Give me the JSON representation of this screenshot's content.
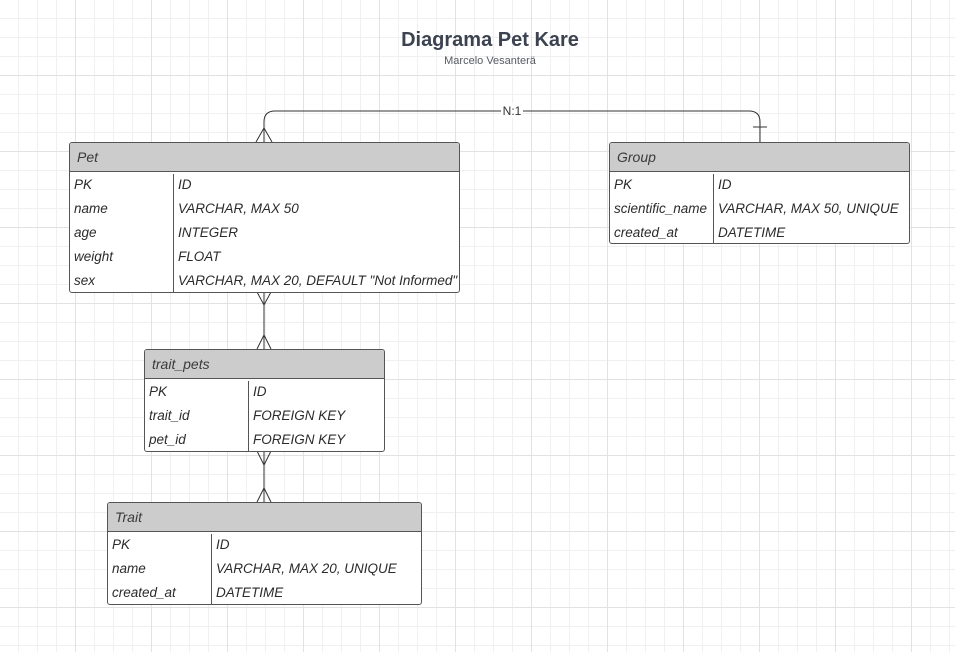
{
  "diagram": {
    "title": "Diagrama Pet Kare",
    "subtitle": "Marcelo Vesanterä",
    "relationship_label": "N:1"
  },
  "entities": {
    "pet": {
      "name": "Pet",
      "rows": [
        {
          "name": "PK",
          "type": "ID"
        },
        {
          "name": "name",
          "type": "VARCHAR, MAX 50"
        },
        {
          "name": "age",
          "type": "INTEGER"
        },
        {
          "name": "weight",
          "type": "FLOAT"
        },
        {
          "name": "sex",
          "type": "VARCHAR, MAX 20, DEFAULT \"Not Informed\""
        }
      ]
    },
    "group": {
      "name": "Group",
      "rows": [
        {
          "name": "PK",
          "type": "ID"
        },
        {
          "name": "scientific_name",
          "type": "VARCHAR, MAX 50, UNIQUE"
        },
        {
          "name": "created_at",
          "type": "DATETIME"
        }
      ]
    },
    "trait_pets": {
      "name": "trait_pets",
      "rows": [
        {
          "name": "PK",
          "type": "ID"
        },
        {
          "name": "trait_id",
          "type": "FOREIGN KEY"
        },
        {
          "name": "pet_id",
          "type": "FOREIGN KEY"
        }
      ]
    },
    "trait": {
      "name": "Trait",
      "rows": [
        {
          "name": "PK",
          "type": "ID"
        },
        {
          "name": "name",
          "type": "VARCHAR, MAX 20, UNIQUE"
        },
        {
          "name": "created_at",
          "type": "DATETIME"
        }
      ]
    }
  }
}
